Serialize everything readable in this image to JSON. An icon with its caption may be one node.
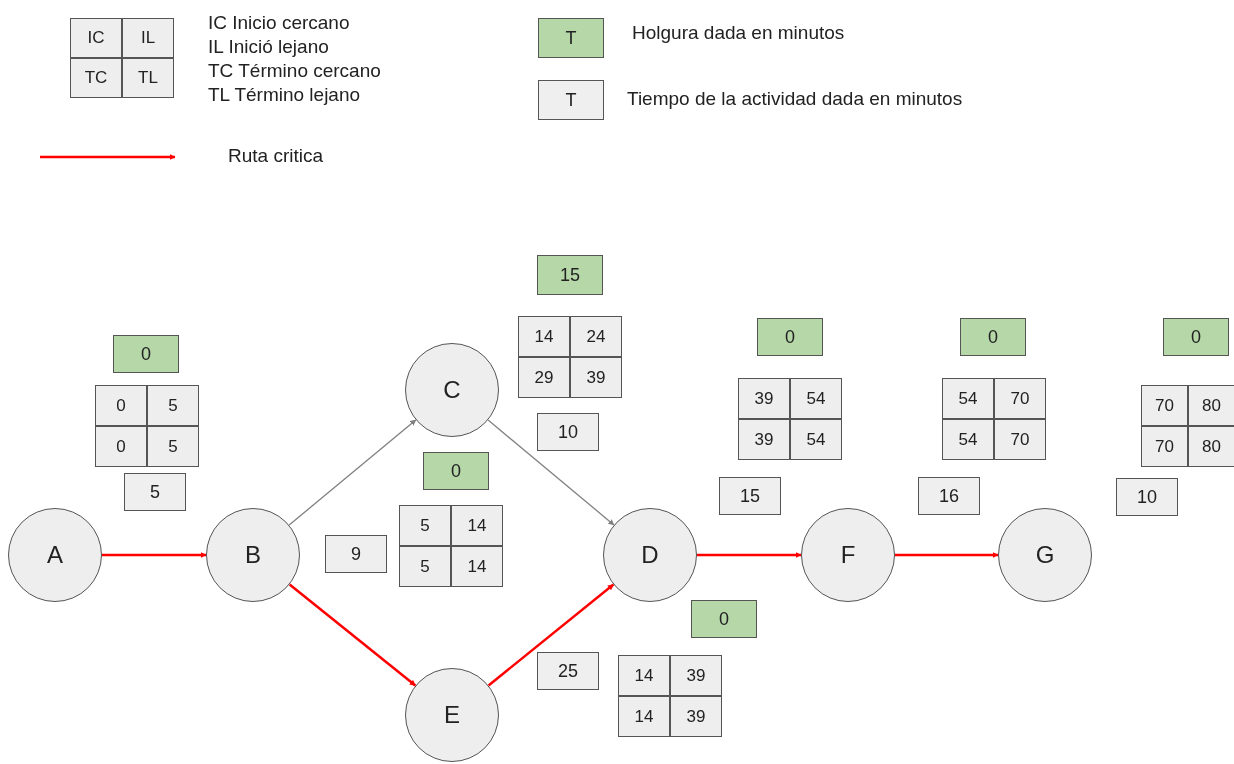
{
  "diagram": {
    "nodes": [
      {
        "text": [
          "A"
        ]
      },
      {
        "text": [
          "B"
        ]
      },
      {
        "text": [
          "C"
        ]
      },
      {
        "text": [
          "D"
        ]
      },
      {
        "text": [
          "E"
        ]
      },
      {
        "text": [
          "F"
        ]
      },
      {
        "text": [
          "G"
        ]
      },
      {
        "text": [
          "0"
        ]
      },
      {
        "text": [
          "15"
        ]
      },
      {
        "text": [
          "0"
        ]
      },
      {
        "text": [
          "0"
        ]
      },
      {
        "text": [
          "0"
        ]
      },
      {
        "text": [
          "0"
        ]
      },
      {
        "text": [
          "0"
        ]
      },
      {
        "text": [
          "5"
        ]
      },
      {
        "text": [
          "10"
        ]
      },
      {
        "text": [
          "9"
        ]
      },
      {
        "text": [
          "15"
        ]
      },
      {
        "text": [
          "25"
        ]
      },
      {
        "text": [
          "16"
        ]
      },
      {
        "text": [
          "10"
        ]
      }
    ],
    "edges": [
      {
        "from": 0,
        "to": 1,
        "arrow": "to"
      },
      {
        "from": 1,
        "to": 2,
        "arrow": "to",
        "color": "#808080"
      },
      {
        "from": 2,
        "to": 3,
        "arrow": "to",
        "color": "#808080"
      },
      {
        "from": 1,
        "to": 4,
        "arrow": "to"
      },
      {
        "from": 4,
        "to": 3,
        "arrow": "to"
      },
      {
        "from": 3,
        "to": 5,
        "arrow": "to"
      },
      {
        "from": 5,
        "to": 6,
        "arrow": "to"
      }
    ],
    "labels": [
      "IC",
      "IL",
      "TC",
      "TL",
      "IC Inicio cercano",
      "IL Inició lejano",
      "TC Término cercano",
      "TL Término lejano",
      "T",
      "T",
      "14",
      "24",
      "29",
      "39",
      "39",
      "54",
      "39",
      "54",
      "54",
      "70",
      "54",
      "70",
      "0",
      "5",
      "0",
      "5",
      "70",
      "80",
      "70",
      "80",
      "5",
      "14",
      "5",
      "14",
      "14",
      "39",
      "14",
      "39"
    ],
    "legend": [
      {
        "text": "Holgura dada en minutos",
        "color": "#b6d7a8"
      },
      {
        "text": "Tiempo de la actividad dada en minutos",
        "color": "#efefef"
      },
      {
        "text": "Ruta critica"
      }
    ]
  }
}
